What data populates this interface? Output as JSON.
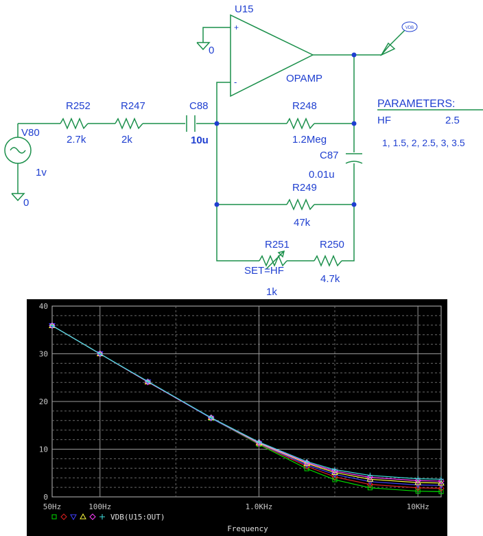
{
  "schematic": {
    "opamp": {
      "ref": "U15",
      "model": "OPAMP",
      "plus": "+",
      "minus": "-"
    },
    "ground_top": "0",
    "ground_left": "0",
    "probe": "VDB",
    "source": {
      "ref": "V80",
      "value": "1v"
    },
    "r252": {
      "ref": "R252",
      "value": "2.7k"
    },
    "r247": {
      "ref": "R247",
      "value": "2k"
    },
    "c88": {
      "ref": "C88",
      "value": "10u"
    },
    "r248": {
      "ref": "R248",
      "value": "1.2Meg"
    },
    "c87": {
      "ref": "C87",
      "value": "0.01u"
    },
    "r249": {
      "ref": "R249",
      "value": "47k"
    },
    "r251": {
      "ref": "R251",
      "value": "1k",
      "set": "SET=HF"
    },
    "r250": {
      "ref": "R250",
      "value": "4.7k"
    },
    "parameters": {
      "title": "PARAMETERS:",
      "name": "HF",
      "value": "2.5",
      "list": "1, 1.5, 2, 2.5, 3, 3.5"
    }
  },
  "chart_data": {
    "type": "line",
    "xscale": "log",
    "xlim": [
      50,
      14000
    ],
    "ylim": [
      0,
      40
    ],
    "xlabel": "Frequency",
    "ylabel": "",
    "grid": true,
    "xticks": [
      {
        "value": 50,
        "label": "50Hz"
      },
      {
        "value": 100,
        "label": "100Hz"
      },
      {
        "value": 1000,
        "label": "1.0KHz"
      },
      {
        "value": 10000,
        "label": "10KHz"
      }
    ],
    "yticks": [
      0,
      10,
      20,
      30,
      40
    ],
    "legend_label": "VDB(U15:OUT)",
    "legend_placement": "bottom-left",
    "series": [
      {
        "color": "#00e000",
        "marker": "square",
        "points": [
          [
            50,
            35.9
          ],
          [
            100,
            30.0
          ],
          [
            200,
            24.1
          ],
          [
            500,
            16.5
          ],
          [
            1000,
            11.0
          ],
          [
            2000,
            5.9
          ],
          [
            3000,
            3.6
          ],
          [
            5000,
            1.9
          ],
          [
            10000,
            1.2
          ],
          [
            14000,
            1.1
          ]
        ]
      },
      {
        "color": "#e02020",
        "marker": "diamond",
        "points": [
          [
            50,
            35.9
          ],
          [
            100,
            30.0
          ],
          [
            200,
            24.1
          ],
          [
            500,
            16.5
          ],
          [
            1000,
            11.1
          ],
          [
            2000,
            6.4
          ],
          [
            3000,
            4.2
          ],
          [
            5000,
            2.6
          ],
          [
            10000,
            1.9
          ],
          [
            14000,
            1.8
          ]
        ]
      },
      {
        "color": "#4040ff",
        "marker": "triangle-down",
        "points": [
          [
            50,
            35.9
          ],
          [
            100,
            30.0
          ],
          [
            200,
            24.1
          ],
          [
            500,
            16.5
          ],
          [
            1000,
            11.2
          ],
          [
            2000,
            6.7
          ],
          [
            3000,
            4.7
          ],
          [
            5000,
            3.2
          ],
          [
            10000,
            2.5
          ],
          [
            14000,
            2.4
          ]
        ]
      },
      {
        "color": "#ffff40",
        "marker": "triangle",
        "points": [
          [
            50,
            35.9
          ],
          [
            100,
            30.0
          ],
          [
            200,
            24.1
          ],
          [
            500,
            16.6
          ],
          [
            1000,
            11.3
          ],
          [
            2000,
            7.0
          ],
          [
            3000,
            5.1
          ],
          [
            5000,
            3.7
          ],
          [
            10000,
            3.0
          ],
          [
            14000,
            2.9
          ]
        ]
      },
      {
        "color": "#ff40ff",
        "marker": "diamond",
        "points": [
          [
            50,
            35.9
          ],
          [
            100,
            30.0
          ],
          [
            200,
            24.1
          ],
          [
            500,
            16.6
          ],
          [
            1000,
            11.4
          ],
          [
            2000,
            7.2
          ],
          [
            3000,
            5.4
          ],
          [
            5000,
            4.1
          ],
          [
            10000,
            3.4
          ],
          [
            14000,
            3.3
          ]
        ]
      },
      {
        "color": "#40e0e0",
        "marker": "plus",
        "points": [
          [
            50,
            35.9
          ],
          [
            100,
            30.0
          ],
          [
            200,
            24.2
          ],
          [
            500,
            16.6
          ],
          [
            1000,
            11.5
          ],
          [
            2000,
            7.4
          ],
          [
            3000,
            5.7
          ],
          [
            5000,
            4.5
          ],
          [
            10000,
            3.8
          ],
          [
            14000,
            3.7
          ]
        ]
      }
    ]
  }
}
